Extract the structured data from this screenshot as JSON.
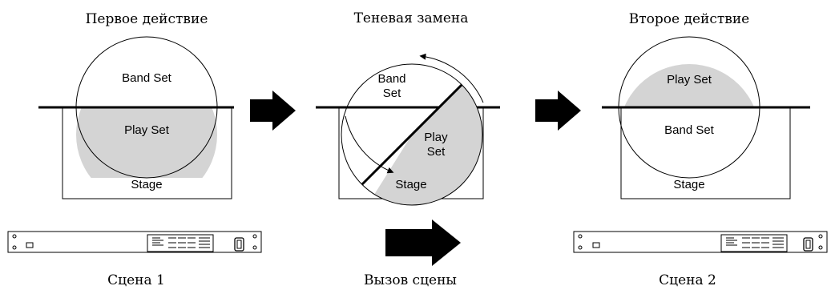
{
  "panels": [
    {
      "title": "Первое действие",
      "circle_top_label": "Band Set",
      "circle_bottom_label": "Play Set",
      "stage_label": "Stage",
      "scene_label": "Сцена 1"
    },
    {
      "title": "Теневая замена",
      "circle_left_label_1": "Band",
      "circle_left_label_2": "Set",
      "circle_right_label_1": "Play",
      "circle_right_label_2": "Set",
      "stage_label": "Stage",
      "scene_label": "Вызов сцены"
    },
    {
      "title": "Второе действие",
      "circle_top_label": "Play Set",
      "circle_bottom_label": "Band Set",
      "stage_label": "Stage",
      "scene_label": "Сцена 2"
    }
  ],
  "colors": {
    "set_fill": "#d4d4d4",
    "line": "#000000",
    "background": "#ffffff"
  },
  "icons": [
    "right-arrow-icon",
    "rotation-arrow-icon",
    "rack-mixer-icon"
  ]
}
